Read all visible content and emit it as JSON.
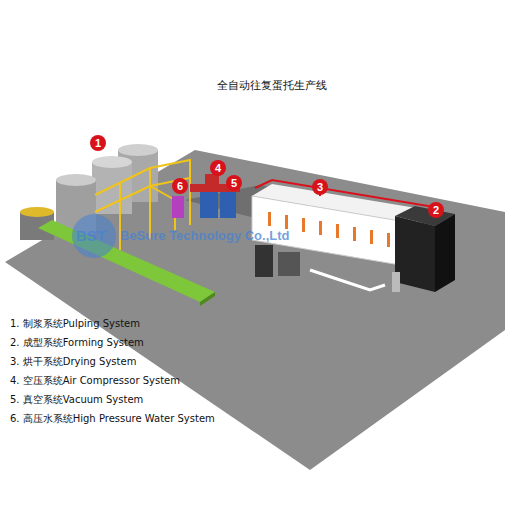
{
  "diagram": {
    "title": "全自动往复蛋托生产线",
    "labels": [
      "1",
      "4",
      "6",
      "5",
      "3",
      "2",
      "BST",
      "BeSure Technology Co.,Ltd",
      "1. 制浆系统Pulping System",
      "2. 成型系统Forming System",
      "3. 烘干系统Drying System",
      "4. 空压系统Air Compressor System",
      "5. 真空系统Vacuum System",
      "6. 高压水系统High Pressure Water System"
    ]
  }
}
